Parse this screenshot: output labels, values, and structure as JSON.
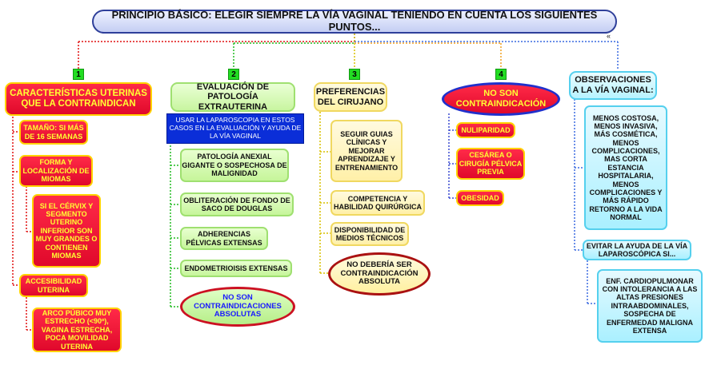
{
  "title": "PRINCIPIO BÁSICO: ELEGIR SIEMPRE LA VÍA VAGINAL TENIENDO EN CUENTA LOS SIGUIENTES PUNTOS...",
  "corner_mark": "«",
  "colors": {
    "red": "#e0092b",
    "yellow_text": "#ffff33",
    "green": "#c6f59a",
    "yellow": "#fff0a8",
    "cyan": "#aaf0ff",
    "blue": "#0b2ed8",
    "title_border": "#2e3f9a"
  },
  "columns": [
    {
      "number": "1",
      "heading": "CARACTERÍSTICAS UTERINAS QUE LA CONTRAINDICAN",
      "items": [
        "TAMAÑO: SI MÁS DE 16 SEMANAS",
        "FORMA Y LOCALIZACIÓN DE MIOMAS",
        "SI EL CÉRVIX Y SEGMENTO UTERINO INFERIOR SON MUY GRANDES O CONTIENEN MIOMAS",
        "ACCESIBILIDAD UTERINA",
        "ARCO PÚBICO MUY ESTRECHO (<90º), VAGINA ESTRECHA, POCA MOVILIDAD UTERINA"
      ]
    },
    {
      "number": "2",
      "heading": "EVALUACIÓN DE PATOLOGÍA EXTRAUTERINA",
      "note": "USAR LA LAPAROSCOPIA EN ESTOS CASOS EN LA EVALUACIÓN Y AYUDA DE LA VÍA VAGINAL",
      "items": [
        "PATOLOGÍA ANEXIAL GIGANTE O SOSPECHOSA DE MALIGNIDAD",
        "OBLITERACIÓN DE FONDO DE SACO DE DOUGLAS",
        "ADHERENCIAS PÉLVICAS EXTENSAS",
        "ENDOMETRIOISIS EXTENSAS"
      ],
      "oval": "NO SON CONTRAINDICACIONES ABSOLUTAS"
    },
    {
      "number": "3",
      "heading": "PREFERENCIAS DEL CIRUJANO",
      "items": [
        "SEGUIR GUIAS CLÍNICAS Y MEJORAR APRENDIZAJE Y ENTRENAMIENTO",
        "COMPETENCIA Y HABILIDAD QUIRÚRGICA",
        "DISPONIBILIDAD DE MEDIOS TÉCNICOS"
      ],
      "oval": "NO DEBERÍA SER CONTRAINDICACIÓN ABSOLUTA"
    },
    {
      "number": "4",
      "heading": "NO SON CONTRAINDICACIÓN",
      "items": [
        "NULIPARIDAD",
        "CESÁREA O CIRUGÍA PÉLVICA PREVIA",
        "OBESIDAD"
      ]
    },
    {
      "heading": "OBSERVACIONES A LA VÍA VAGINAL:",
      "items": [
        "MENOS COSTOSA, MENOS INVASIVA, MÁS COSMÉTICA, MENOS COMPLICACIONES, MAS CORTA ESTANCIA HOSPITALARIA, MENOS COMPLICACIONES Y MÁS RÁPIDO RETORNO A LA VIDA NORMAL",
        "EVITAR LA AYUDA DE LA VÍA LAPAROSCÓPICA SI...",
        "ENF. CARDIOPULMONAR CON INTOLERANCIA A LAS ALTAS PRESIONES INTRAABDOMINALES, SOSPECHA DE ENFERMEDAD MALIGNA EXTENSA"
      ]
    }
  ]
}
